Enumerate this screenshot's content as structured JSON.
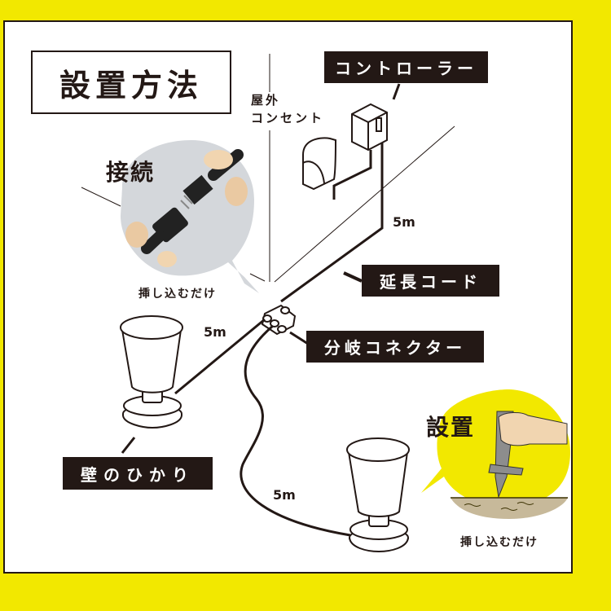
{
  "title": "設置方法",
  "labels": {
    "outlet": [
      "屋外",
      "コンセント"
    ],
    "controller": "コントローラー",
    "extension_cord": "延長コード",
    "branch_connector": "分岐コネクター",
    "wall_light": "壁のひかり",
    "connect_heading": "接続",
    "connect_caption": "挿し込むだけ",
    "install_heading": "設置",
    "install_caption": "挿し込むだけ"
  },
  "lengths": {
    "controller_cord": "5m",
    "wall_light_cord": "5m",
    "ground_light_cord": "5m"
  },
  "colors": {
    "background_yellow": "#f2e800",
    "frame_border": "#231815",
    "label_bg": "#231815",
    "label_text": "#ffffff",
    "connect_bubble": "#d4d7db",
    "install_bubble": "#f2e800",
    "soil": "#c7b99a",
    "stake": "#8d8d8d",
    "hand": "#f1d5b0"
  }
}
